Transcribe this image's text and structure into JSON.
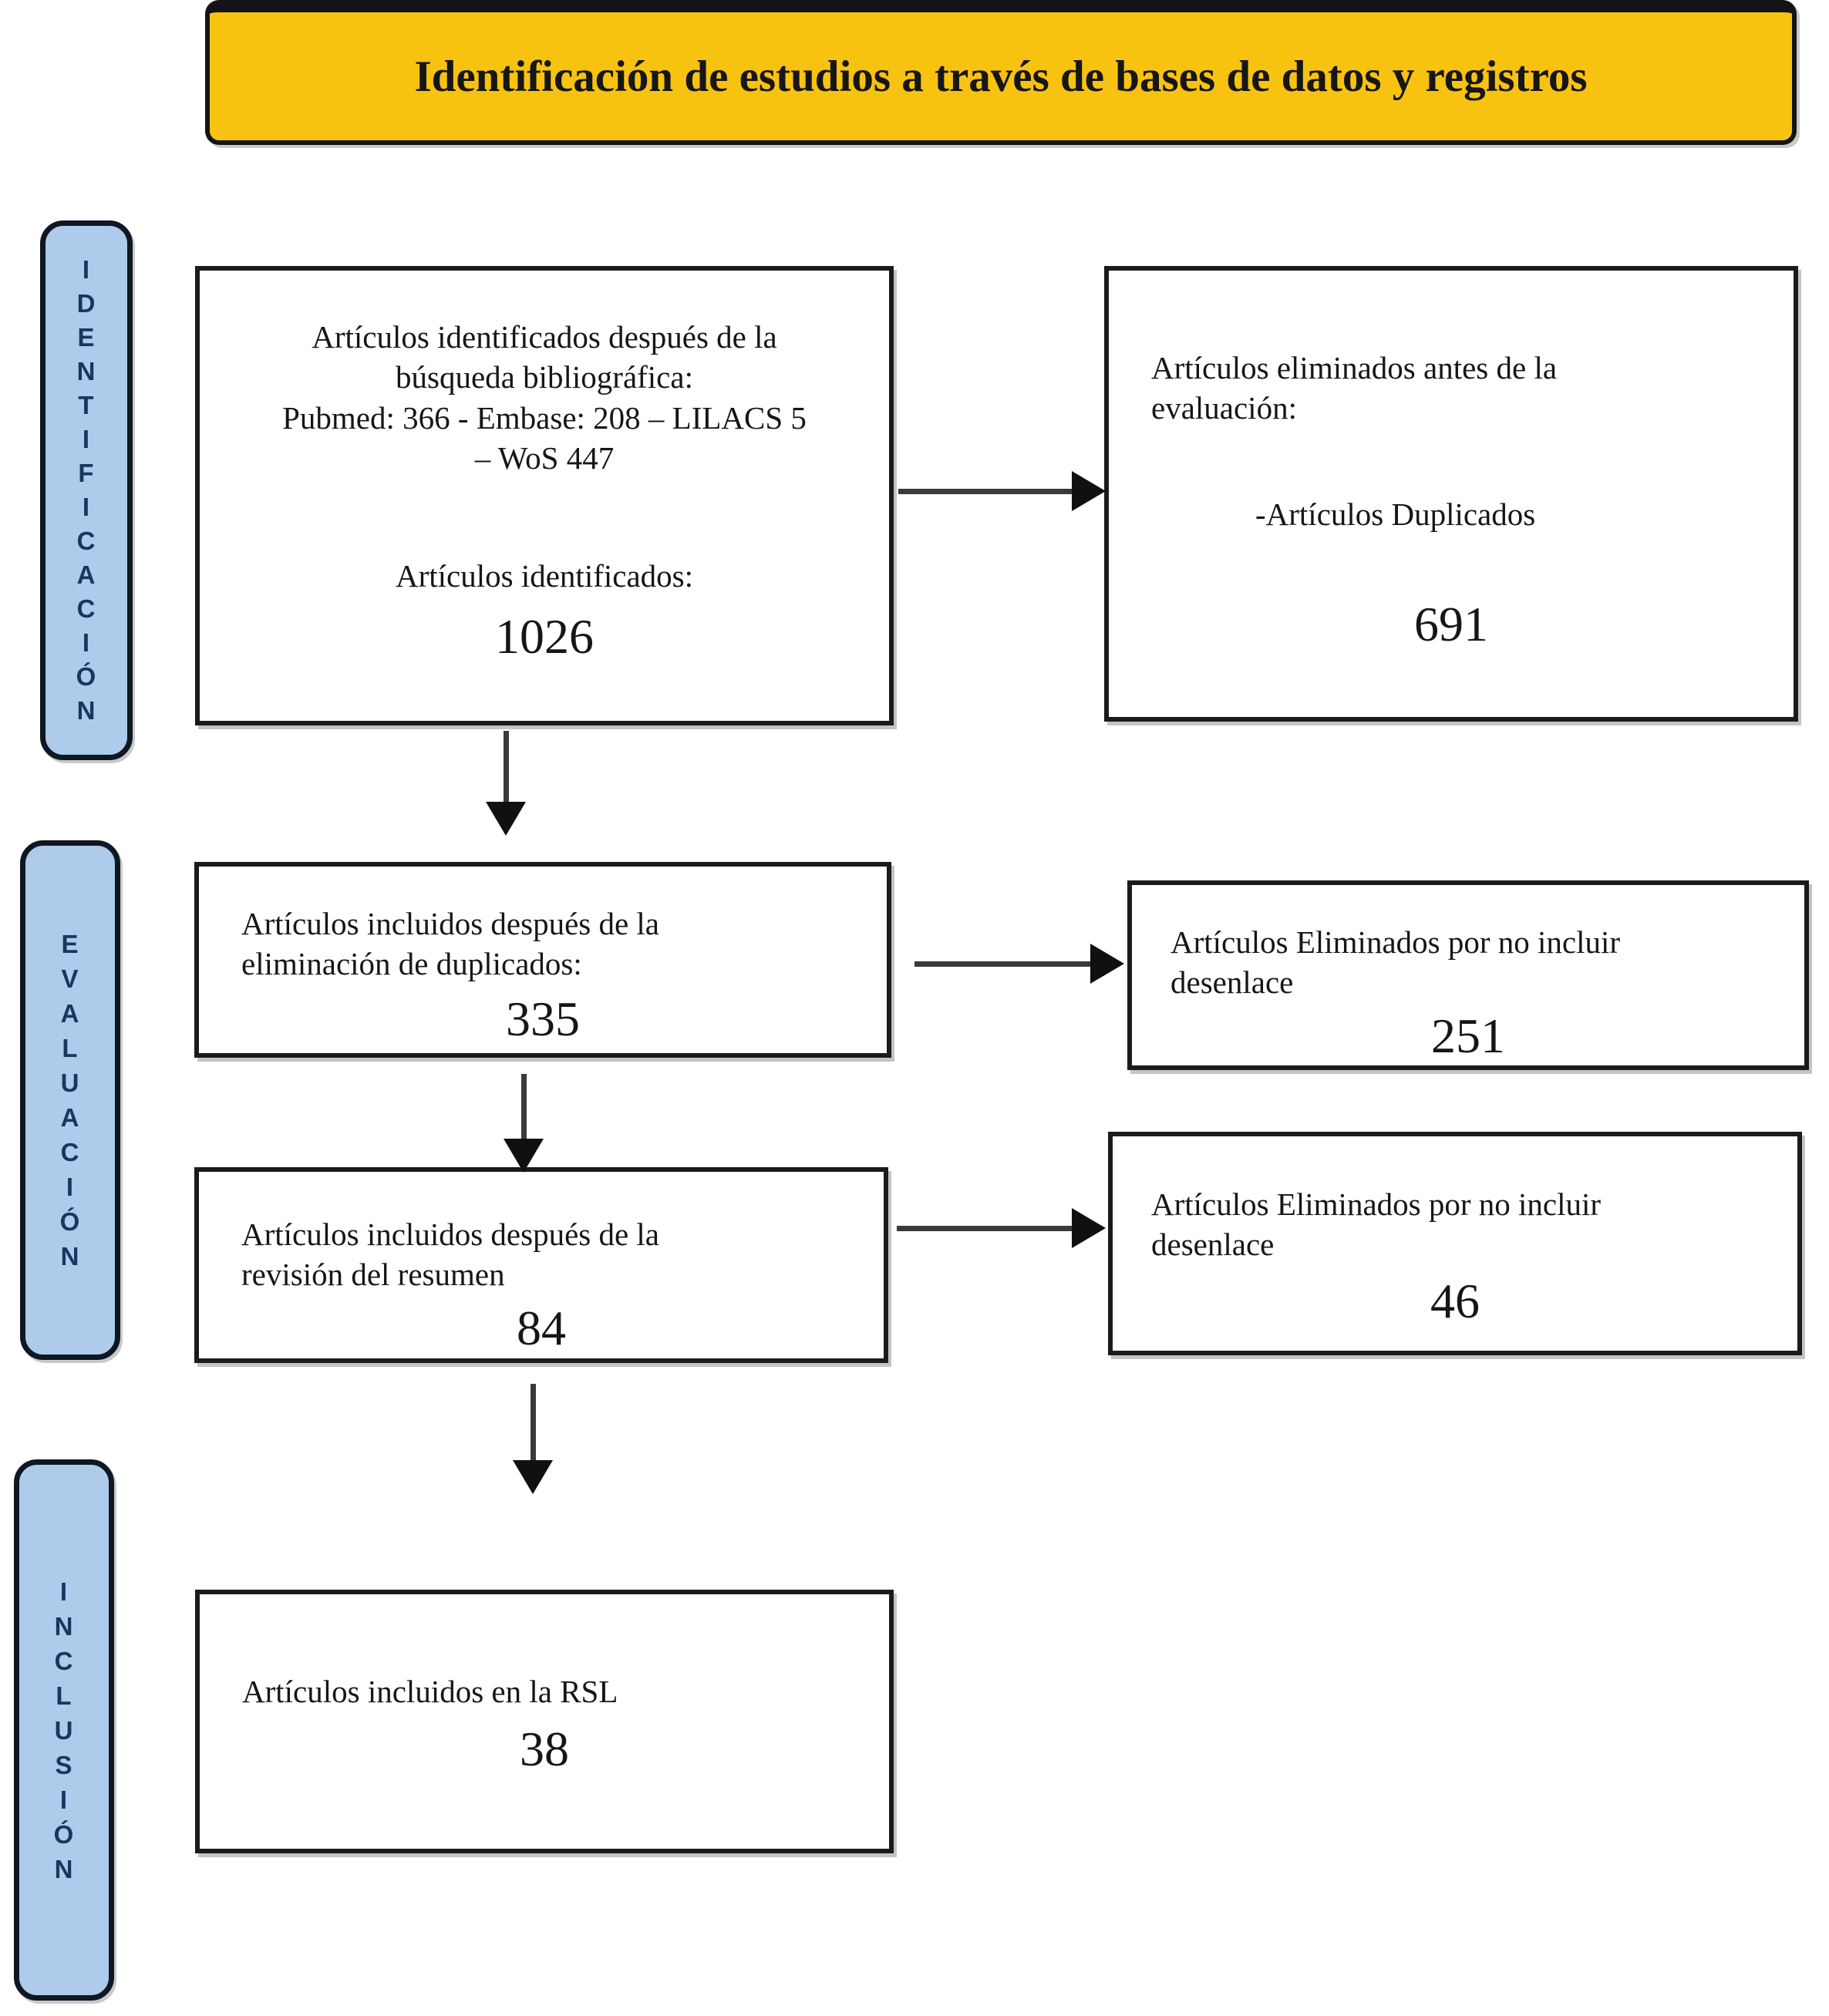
{
  "banner": {
    "title": "Identificación de estudios a través de bases de datos y registros"
  },
  "stages": {
    "identification": "I\nD\nE\nN\nT\nI\nF\nI\nC\nA\nC\nI\nÓ\nN",
    "evaluation": "E\nV\nA\nL\nU\nA\nC\nI\nÓ\nN",
    "inclusion": "I\nN\nC\nL\nU\nS\nI\nÓ\nN"
  },
  "boxes": {
    "identified": {
      "text": "Artículos identificados después de la\nbúsqueda bibliográfica:\nPubmed: 366 - Embase: 208 – LILACS 5\n– WoS 447",
      "label": "Artículos identificados:",
      "value": "1026"
    },
    "removed_before_evaluation": {
      "text": "Artículos eliminados antes de la\nevaluación:",
      "sub": "-Artículos Duplicados",
      "value": "691"
    },
    "included_after_dedup": {
      "text": "Artículos incluidos después de la\neliminación de duplicados:",
      "value": "335"
    },
    "removed_no_outcome_1": {
      "text": "Artículos Eliminados por no incluir\ndesenlace",
      "value": "251"
    },
    "included_after_abstract": {
      "text": "Artículos incluidos después de la\nrevisión del resumen",
      "value": "84"
    },
    "removed_no_outcome_2": {
      "text": "Artículos Eliminados por no incluir\ndesenlace",
      "value": "46"
    },
    "included_rsl": {
      "text": "Artículos incluidos en la RSL",
      "value": "38"
    }
  },
  "colors": {
    "banner_bg": "#F8C211",
    "stage_bg": "#AECBEB",
    "stage_text": "#17375E",
    "arrow": "#3a3a3a"
  }
}
